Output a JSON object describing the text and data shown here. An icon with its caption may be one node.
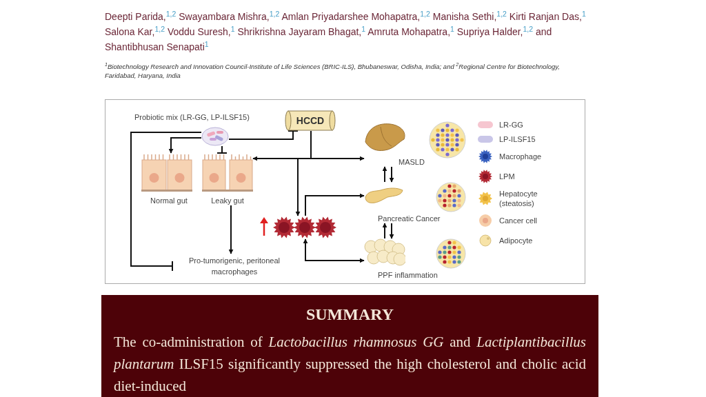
{
  "diagram": {
    "nodes": [
      {
        "text": [],
        "shape": "picture",
        "beside": [
          "Probiotic mix (LR-GG, LP-ILSF15)"
        ]
      },
      {
        "text": [
          "HCCD"
        ]
      },
      {
        "text": [
          "Normal gut"
        ]
      },
      {
        "text": [
          "Leaky gut"
        ]
      },
      {
        "text": [
          "Pro-tumorigenic, peritoneal macrophages"
        ]
      },
      {
        "text": [],
        "shape": "picture"
      },
      {
        "text": [
          "MASLD"
        ]
      },
      {
        "text": [
          "Pancreatic Cancer"
        ]
      },
      {
        "text": [
          "PPF inflammation"
        ]
      }
    ],
    "edges": [
      {
        "from": 0,
        "to": 2,
        "arrow": "to"
      },
      {
        "from": 0,
        "to": 3,
        "arrow": "other"
      },
      {
        "from": 0,
        "to": 1,
        "arrow": "other"
      },
      {
        "from": 0,
        "to": 4,
        "arrow": "other"
      },
      {
        "from": 1,
        "to": 3,
        "arrow": "to"
      },
      {
        "from": 1,
        "to": 6,
        "arrow": "to"
      },
      {
        "from": 1,
        "to": 5,
        "arrow": "to"
      },
      {
        "from": 3,
        "to": 4,
        "arrow": "to"
      },
      {
        "from": 5,
        "to": 7,
        "arrow": "to"
      },
      {
        "from": 5,
        "to": 8,
        "arrow": "both"
      },
      {
        "from": 7,
        "to": 6,
        "arrow": "to"
      },
      {
        "from": 6,
        "to": 7,
        "arrow": "to"
      },
      {
        "from": 8,
        "to": 7,
        "arrow": "to"
      },
      {
        "from": 7,
        "to": 8,
        "arrow": "to"
      }
    ],
    "labels": [
      "Deepti Parida,$^{1,2}$ Swayambara Mishra,$^{1,2}$ Amlan Priyadarshee Mohapatra,$^{1,2}$ Manisha Sethi,$^{1,2}$ Kirti Ranjan Das,$^{1}$ Salona Kar,$^{1,2}$ Voddu Suresh,$^{1}$ Shrikrishna Jayaram Bhagat,$^{1}$ Amruta Mohapatra,$^{1}$ Supriya Halder,$^{1,2}$ and Shantibhusan Senapati$^{1}$",
      "$^{1}$Biotechnology Research and Innovation Council-Institute of Life Sciences (BRIC-ILS), Bhubaneswar, Odisha, India; and $^{2}$Regional Centre for Biotechnology, Faridabad, Haryana, India",
      "SUMMARY",
      "The co-administration of *Lactobacillus rhamnosus GG* and *Lactiplantibacillus plantarum* ILSF15 significantly suppressed the high cholesterol and cholic acid diet-induced"
    ],
    "legend": [
      {
        "text": "LR-GG",
        "color": "#f6c6d0"
      },
      {
        "text": "LP-ILSF15",
        "color": "#c9c6e8"
      },
      {
        "text": "Macrophage"
      },
      {
        "text": "LPM"
      },
      {
        "text": "Hepatocyte (steatosis)"
      },
      {
        "text": "Cancer cell"
      },
      {
        "text": "Adipocyte"
      }
    ]
  }
}
